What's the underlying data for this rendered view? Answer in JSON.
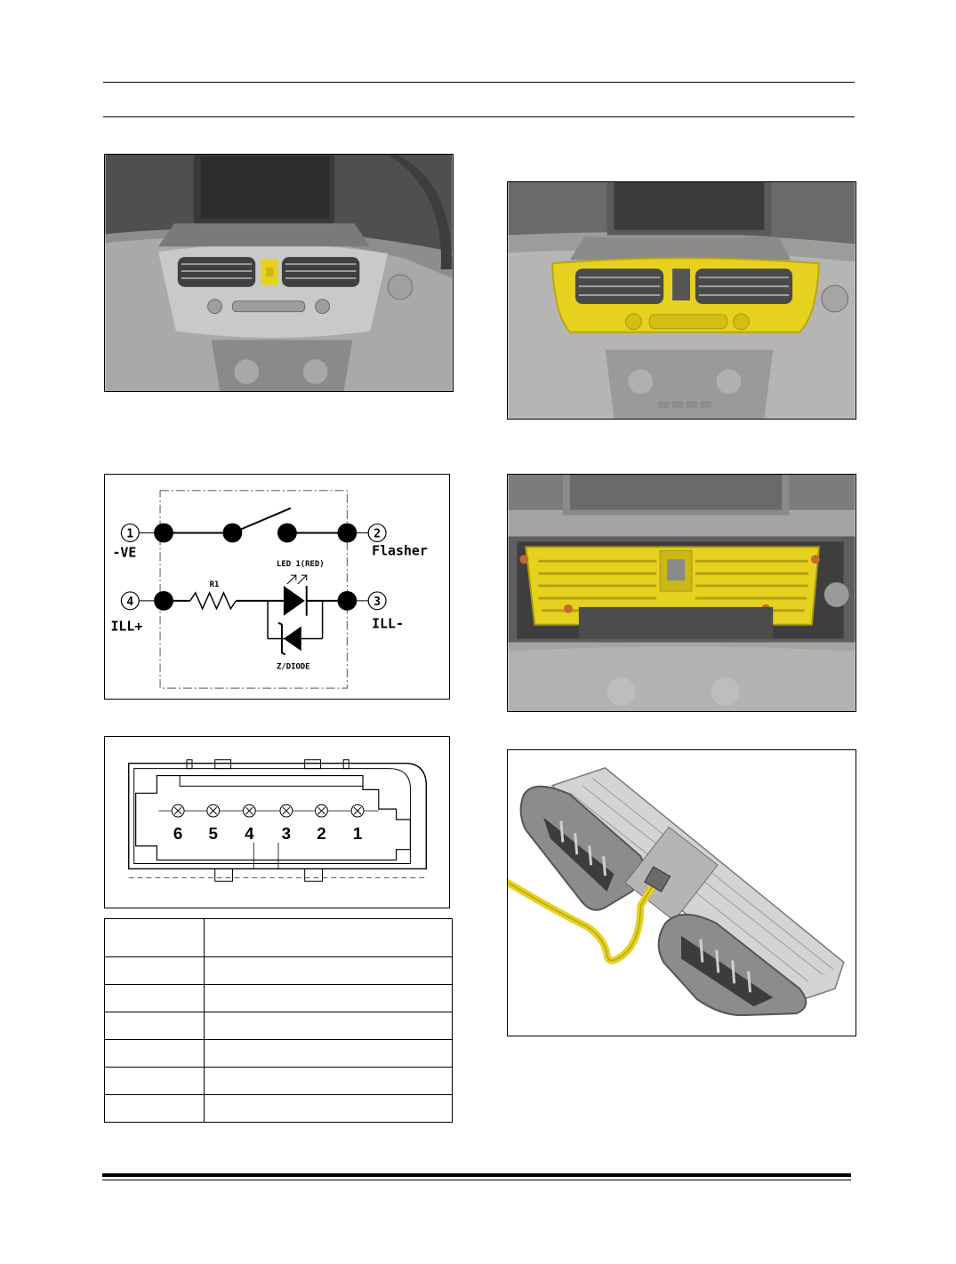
{
  "schematic": {
    "pins": [
      {
        "num": "1",
        "label": "-VE"
      },
      {
        "num": "2",
        "label": "Flasher"
      },
      {
        "num": "3",
        "label": "ILL-"
      },
      {
        "num": "4",
        "label": "ILL+"
      }
    ],
    "resistor_label": "R1",
    "led_label": "LED 1(RED)",
    "zener_label": "Z/DIODE"
  },
  "connector": {
    "pin_numbers": [
      "6",
      "5",
      "4",
      "3",
      "2",
      "1"
    ]
  },
  "pin_table": {
    "rows": [
      {
        "pin": "",
        "desc": ""
      },
      {
        "pin": "",
        "desc": ""
      },
      {
        "pin": "",
        "desc": ""
      },
      {
        "pin": "",
        "desc": ""
      },
      {
        "pin": "",
        "desc": ""
      },
      {
        "pin": "",
        "desc": ""
      },
      {
        "pin": "",
        "desc": ""
      }
    ]
  },
  "colors": {
    "highlight": "#e6d21e",
    "plastic": "#b8b8b8",
    "dark_plastic": "#6e6e6e"
  }
}
